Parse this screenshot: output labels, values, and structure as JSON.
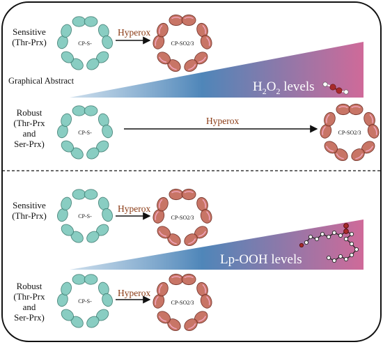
{
  "top": {
    "sensitive_label": [
      "Sensitive",
      "(Thr-Prx)"
    ],
    "robust_label": [
      "Robust",
      "(Thr-Prx",
      "and",
      "Ser-Prx)"
    ],
    "hyperox_sensitive": "Hyperox",
    "hyperox_robust": "Hyperox",
    "graphical_abstract": "Graphical Abstract",
    "level_main": "H",
    "level_sub": "2",
    "level_main2": "O",
    "level_sub2": "2",
    "level_tail": " levels",
    "reduced_label": "CP-S-",
    "oxidized_label": "CP-SO2/3"
  },
  "bottom": {
    "sensitive_label": [
      "Sensitive",
      "(Thr-Prx)"
    ],
    "robust_label": [
      "Robust",
      "(Thr-Prx",
      "and",
      "Ser-Prx)"
    ],
    "hyperox_sensitive": "Hyperox",
    "hyperox_robust": "Hyperox",
    "level_text": "Lp-OOH levels",
    "reduced_label": "CP-S-",
    "oxidized_label": "CP-SO2/3"
  },
  "colors": {
    "reduced_fill": "#7fc9bd",
    "oxidized_fill": "#c46a5a",
    "gradient_start": "#4f86b9",
    "gradient_end": "#cf6a99",
    "hyperox_text": "#8a3a14"
  },
  "icons": {
    "h2o2": "h2o2-molecule-icon",
    "lipid": "lipid-hydroperoxide-molecule-icon"
  }
}
